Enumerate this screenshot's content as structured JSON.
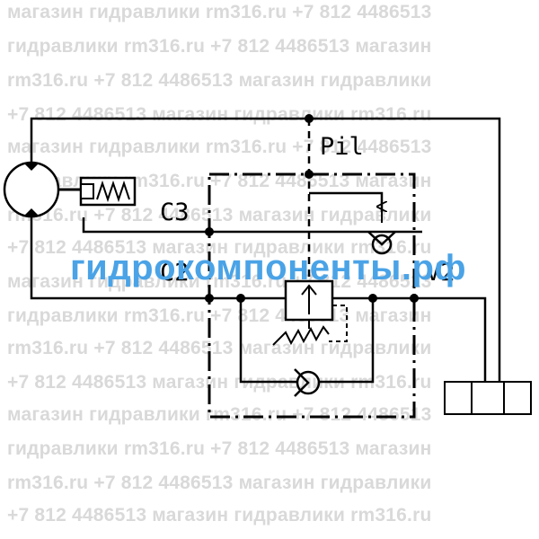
{
  "watermark": {
    "lines": [
      "магазин гидравлики rm316.ru +7 812 4486513",
      "гидравлики rm316.ru +7 812 4486513 магазин",
      "rm316.ru +7 812 4486513 магазин гидравлики",
      "+7 812 4486513 магазин гидравлики rm316.ru",
      "магазин гидравлики rm316.ru +7 812 4486513",
      "гидравлики rm316.ru +7 812 4486513 магазин",
      "rm316.ru +7 812 4486513 магазин гидравлики",
      "+7 812 4486513 магазин гидравлики rm316.ru",
      "магазин гидравлики rm316.ru +7 812 4486513",
      "гидравлики rm316.ru +7 812 4486513 магазин",
      "rm316.ru +7 812 4486513 магазин гидравлики",
      "+7 812 4486513 магазин гидравлики rm316.ru",
      "магазин гидравлики rm316.ru +7 812 4486513",
      "гидравлики rm316.ru +7 812 4486513 магазин",
      "rm316.ru +7 812 4486513 магазин гидравлики",
      "+7 812 4486513 магазин гидравлики rm316.ru"
    ],
    "color": "#d9d9d9"
  },
  "brand_text": "гидрокомпоненты.рф",
  "brand_color": "#4aa3e6",
  "labels": {
    "pil": "Pil",
    "c3": "C3",
    "c2": "C2",
    "v2": "V2"
  }
}
